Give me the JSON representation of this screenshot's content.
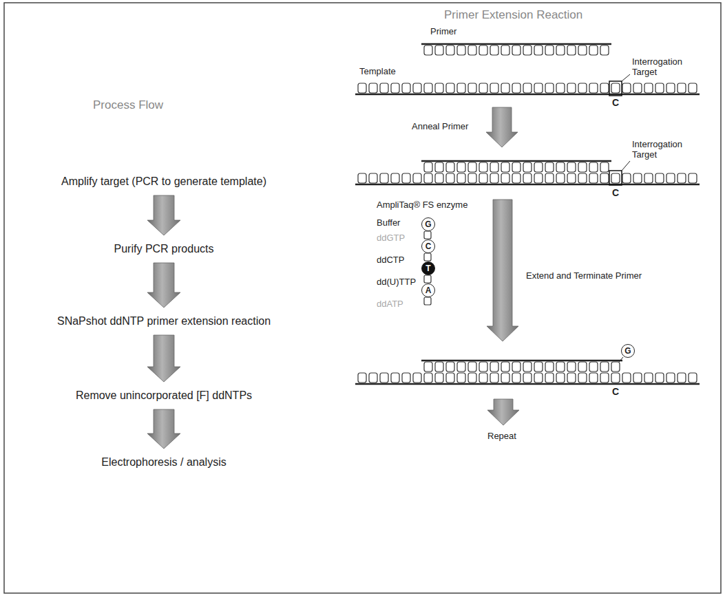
{
  "diagram": {
    "nodes": [
      {
        "text": [
          "Amplify target (PCR to generate template)"
        ]
      },
      {
        "text": [
          "Purify PCR products"
        ]
      },
      {
        "text": [
          "SNaPshot ddNTP primer extension reaction"
        ]
      },
      {
        "text": [
          "Remove unincorporated [F] ddNTPs"
        ]
      },
      {
        "text": [
          "Electrophoresis / analysis"
        ]
      },
      {
        "text": [
          "G"
        ]
      },
      {
        "text": [
          "C"
        ]
      },
      {
        "text": [
          "T"
        ]
      },
      {
        "text": [
          "A"
        ]
      },
      {
        "text": [
          "G"
        ]
      }
    ],
    "edges": [
      {
        "from": 0,
        "to": 1,
        "arrow": "to"
      },
      {
        "from": 1,
        "to": 2,
        "arrow": "to"
      },
      {
        "from": 2,
        "to": 3,
        "arrow": "to"
      },
      {
        "from": 3,
        "to": 4,
        "arrow": "to"
      }
    ],
    "labels": [
      "Process Flow",
      "Primer Extension Reaction",
      "Primer",
      "Template",
      "Interrogation Target",
      "C",
      "Anneal Primer",
      "Interrogation Target",
      "C",
      "AmpliTaq® FS enzyme",
      "Buffer",
      "ddGTP",
      "ddCTP",
      "dd(U)TTP",
      "ddATP",
      "Extend and Terminate Primer",
      "C",
      "Repeat"
    ]
  }
}
